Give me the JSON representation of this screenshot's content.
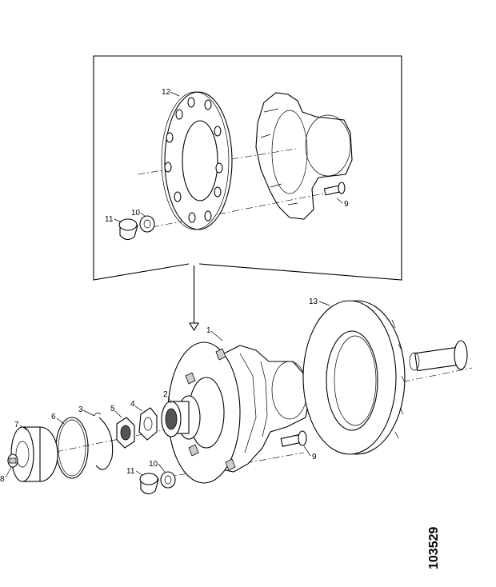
{
  "diagram": {
    "document_number": "103529",
    "callouts": {
      "inset_ring": "12",
      "inset_bolt": "9",
      "inset_cap": "11",
      "inset_washer": "10",
      "hub": "1",
      "disc": "13",
      "bearing": "2",
      "circlip": "3",
      "lock_washer": "4",
      "nut": "5",
      "o_ring": "6",
      "cap": "7",
      "plug": "8",
      "bolt": "9",
      "washer": "10",
      "wheel_nut_cap": "11"
    }
  }
}
